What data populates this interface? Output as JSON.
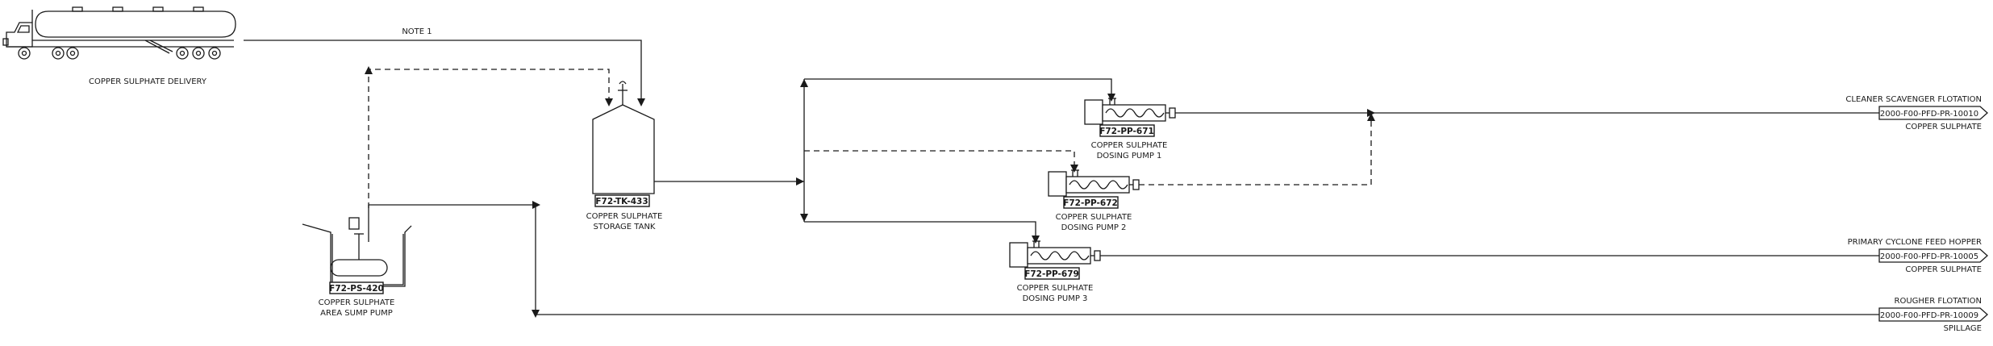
{
  "delivery": {
    "label": "COPPER SULPHATE DELIVERY"
  },
  "note": {
    "label": "NOTE 1"
  },
  "sump_pump": {
    "tag": "F72-PS-420",
    "label_line1": "COPPER SULPHATE",
    "label_line2": "AREA SUMP PUMP"
  },
  "storage_tank": {
    "tag": "F72-TK-433",
    "label_line1": "COPPER SULPHATE",
    "label_line2": "STORAGE TANK"
  },
  "pump_1": {
    "tag": "F72-PP-671",
    "label_line1": "COPPER SULPHATE",
    "label_line2": "DOSING PUMP 1"
  },
  "pump_2": {
    "tag": "F72-PP-672",
    "label_line1": "COPPER SULPHATE",
    "label_line2": "DOSING PUMP 2"
  },
  "pump_3": {
    "tag": "F72-PP-679",
    "label_line1": "COPPER SULPHATE",
    "label_line2": "DOSING PUMP 3"
  },
  "offpage_1": {
    "destination": "CLEANER SCAVENGER FLOTATION",
    "ref": "2000-F00-PFD-PR-10010",
    "stream": "COPPER SULPHATE"
  },
  "offpage_2": {
    "destination": "PRIMARY CYCLONE FEED HOPPER",
    "ref": "2000-F00-PFD-PR-10005",
    "stream": "COPPER SULPHATE"
  },
  "offpage_3": {
    "destination": "ROUGHER FLOTATION",
    "ref": "2000-F00-PFD-PR-10009",
    "stream": "SPILLAGE"
  }
}
